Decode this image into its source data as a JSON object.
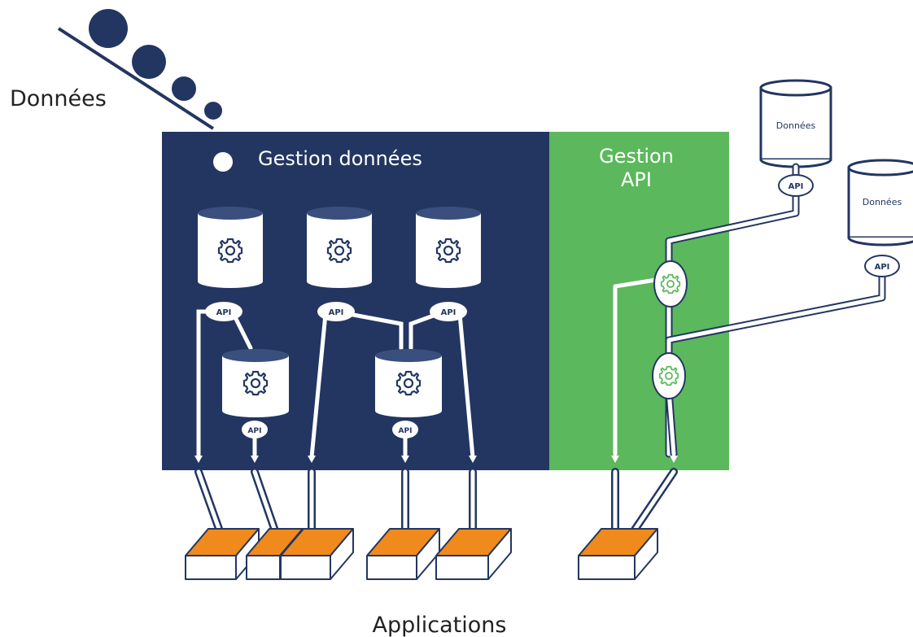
{
  "labels": {
    "donnees_outer": "Données",
    "gestion_donnees": "Gestion données",
    "gestion_api_line1": "Gestion",
    "gestion_api_line2": "API",
    "applications": "Applications",
    "api": "API",
    "db_donnees": "Données"
  },
  "colors": {
    "navy": "#233661",
    "green": "#5cb85c",
    "orange": "#f08a1c",
    "white": "#ffffff",
    "text": "#222222",
    "gear_green": "#5cb85c"
  },
  "icons": {
    "gear": "gear-icon",
    "database": "database-icon",
    "app_box": "application-box-icon"
  }
}
